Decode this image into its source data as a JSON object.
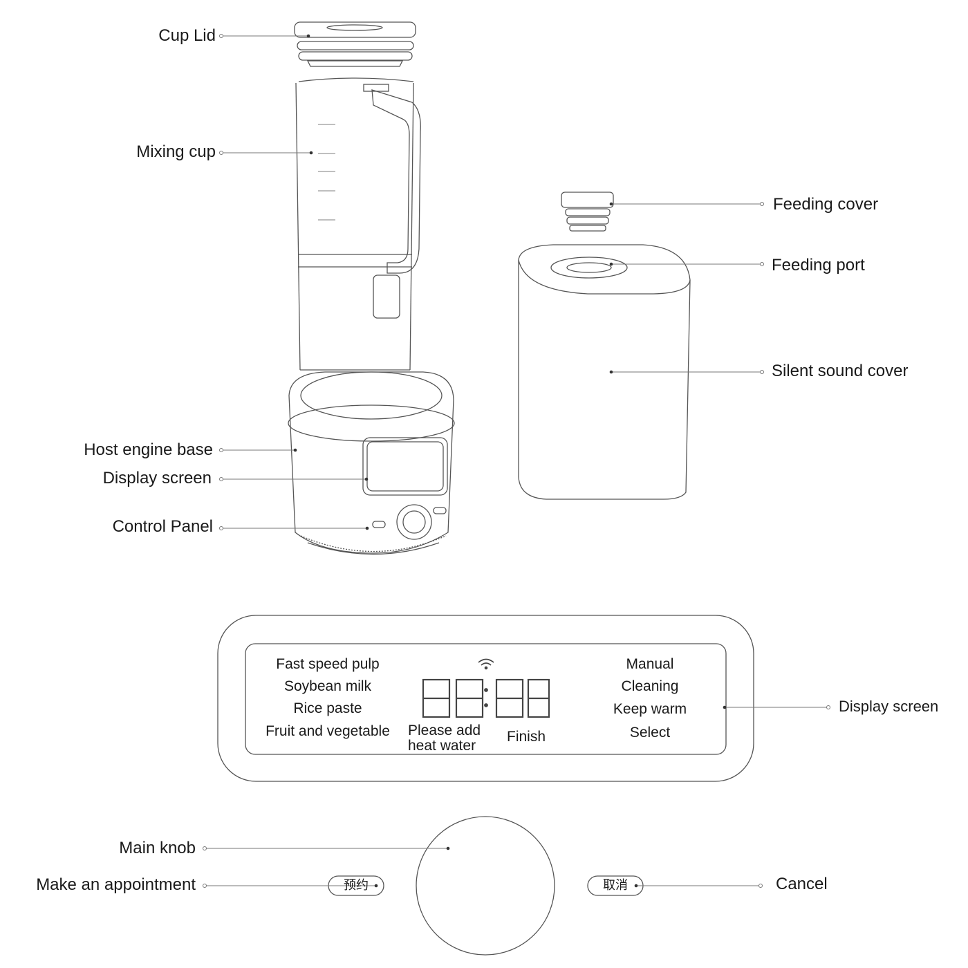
{
  "callouts": {
    "cup_lid": "Cup Lid",
    "mixing_cup": "Mixing cup",
    "feeding_cover": "Feeding cover",
    "feeding_port": "Feeding port",
    "silent_sound_cover": "Silent sound cover",
    "host_engine_base": "Host engine base",
    "display_screen": "Display screen",
    "control_panel": "Control Panel",
    "display_screen_detail": "Display screen",
    "main_knob": "Main knob",
    "make_appointment": "Make an appointment",
    "cancel": "Cancel"
  },
  "lcd": {
    "left_modes": [
      "Fast speed pulp",
      "Soybean milk",
      "Rice paste",
      "Fruit and vegetable"
    ],
    "right_modes": [
      "Manual",
      "Cleaning",
      "Keep warm",
      "Select"
    ],
    "please_add_line1": "Please add",
    "please_add_line2": "heat water",
    "finish": "Finish",
    "clock": "88:88",
    "wifi_icon": "wifi-icon"
  },
  "buttons": {
    "appointment_cn": "预约",
    "cancel_cn": "取消"
  },
  "colors": {
    "line": "#555555",
    "text": "#1a1a1a"
  }
}
